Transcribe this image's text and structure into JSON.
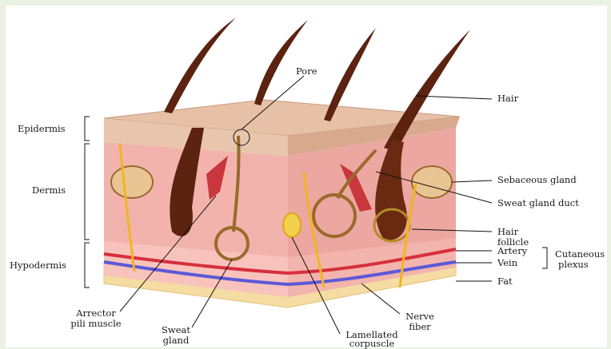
{
  "labels": {
    "pore": "Pore",
    "hair": "Hair",
    "epidermis": "Epidermis",
    "dermis": "Dermis",
    "hypodermis": "Hypodermis",
    "sebaceous_gland": "Sebaceous gland",
    "sweat_gland_duct": "Sweat gland duct",
    "hair_follicle_line1": "Hair",
    "hair_follicle_line2": "follicle",
    "artery": "Artery",
    "vein": "Vein",
    "cutaneous_line1": "Cutaneous",
    "cutaneous_line2": "plexus",
    "fat": "Fat",
    "arrector_line1": "Arrector",
    "arrector_line2": "pili muscle",
    "sweat_gland_line1": "Sweat",
    "sweat_gland_line2": "gland",
    "lamellated_line1": "Lamellated",
    "lamellated_line2": "corpuscle",
    "nerve_line1": "Nerve",
    "nerve_line2": "fiber"
  },
  "colors": {
    "epidermis": "#e6c1a7",
    "dermis": "#f2b3ad",
    "hypodermis": "#f8c3bd",
    "fat": "#f5dca2",
    "hair": "#5b2310",
    "artery": "#d72f3c",
    "vein": "#5b59d8",
    "nerve": "#f1b51f",
    "gland": "#9a6a2c"
  }
}
